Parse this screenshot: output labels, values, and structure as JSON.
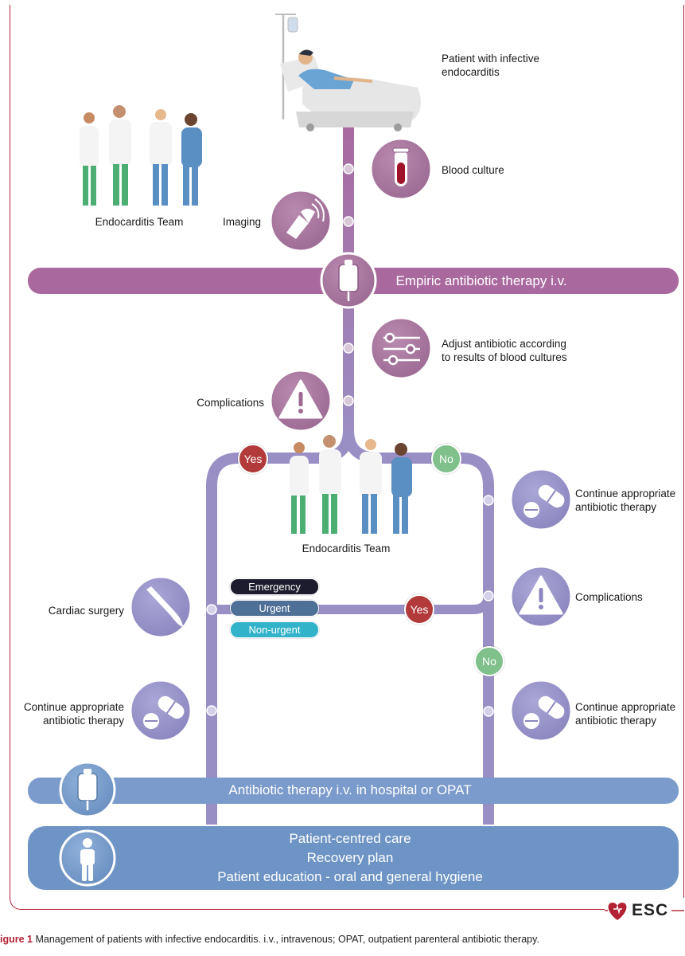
{
  "nodes": {
    "patient": "Patient with infective\nendocarditis",
    "blood_culture": "Blood culture",
    "imaging": "Imaging",
    "team_top": "Endocarditis Team",
    "empiric": "Empiric antibiotic therapy i.v.",
    "adjust": "Adjust antibiotic according\nto results of blood cultures",
    "complications_1": "Complications",
    "team_mid": "Endocarditis Team",
    "continue_right_1": "Continue appropriate\nantibiotic therapy",
    "complications_2": "Complications",
    "cardiac_surgery": "Cardiac surgery",
    "continue_left": "Continue appropriate\nantibiotic therapy",
    "continue_right_2": "Continue appropriate\nantibiotic therapy",
    "hospital_bar": "Antibiotic therapy i.v. in hospital or OPAT",
    "care_lines": [
      "Patient-centred care",
      "Recovery plan",
      "Patient education - oral and general hygiene"
    ]
  },
  "decisions": {
    "yes": "Yes",
    "no": "No",
    "emergency": "Emergency",
    "urgent": "Urgent",
    "non_urgent": "Non-urgent"
  },
  "logo": "ESC",
  "caption": {
    "label": "igure 1",
    "text": " Management of patients with infective endocarditis. i.v., intravenous; OPAT, outpatient parenteral antibiotic therapy."
  },
  "colors": {
    "purple": "#a9699f",
    "purple_light": "#c9a3c5",
    "violet": "#9a8fc4",
    "blue": "#6f95c4",
    "yes_red": "#b23a3a",
    "no_green": "#7fc08b",
    "emergency": "#1c1c2e",
    "urgent": "#4f7096",
    "non_urgent": "#33b3c9",
    "frame": "#b22234"
  }
}
